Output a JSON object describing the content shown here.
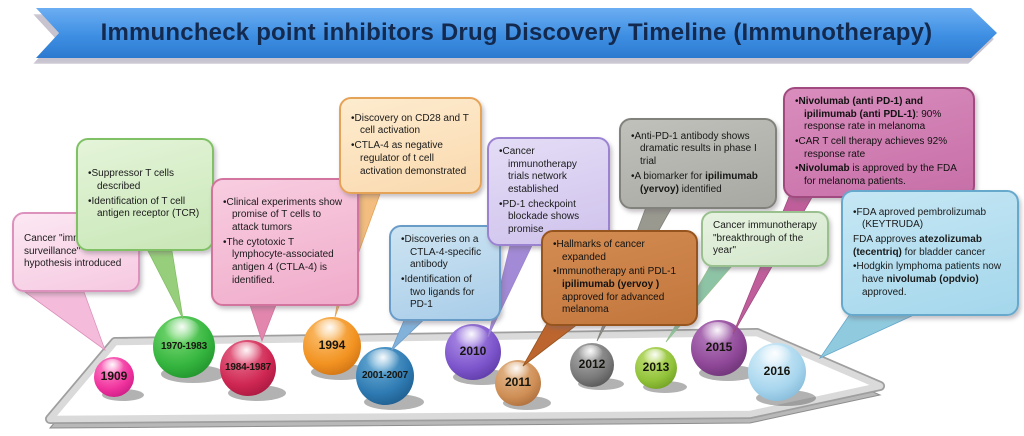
{
  "title": {
    "text": "Immuncheck point inhibitors Drug Discovery Timeline (Immunotherapy)"
  },
  "banner_color": "#3e8fe3",
  "callouts": [
    {
      "label": "1909",
      "fill_top": "#fce8f3",
      "fill": "#f6c9e1",
      "border": "#dd92bd",
      "tail": "#f4bcda",
      "text_color": "#1a1a1a",
      "items": [
        {
          "bullet": false,
          "segments": [
            {
              "t": "Cancer \"immune surveillance\" hypothesis introduced"
            }
          ]
        }
      ]
    },
    {
      "label": "1970-1983",
      "fill_top": "#e4f4d9",
      "fill": "#c9e7b7",
      "border": "#80c166",
      "tail": "#97ce7b",
      "text_color": "#1a1a1a",
      "items": [
        {
          "bullet": true,
          "segments": [
            {
              "t": "Suppressor T cells described"
            }
          ]
        },
        {
          "bullet": true,
          "segments": [
            {
              "t": "Identification of T cell antigen receptor (TCR)"
            }
          ]
        }
      ]
    },
    {
      "label": "1984-1987",
      "fill_top": "#f8cde0",
      "fill": "#f0accb",
      "border": "#d3749f",
      "tail": "#e286ae",
      "text_color": "#1a1a1a",
      "items": [
        {
          "bullet": true,
          "segments": [
            {
              "t": "Clinical experiments show promise of T cells to attack tumors"
            }
          ]
        },
        {
          "bullet": true,
          "segments": [
            {
              "t": "The cytotoxic T lymphocyte-associated antigen 4 (CTLA-4) is identified."
            }
          ]
        }
      ]
    },
    {
      "label": "1994",
      "fill_top": "#fdeccf",
      "fill": "#fad9ae",
      "border": "#e5a358",
      "tail": "#f2bd7e",
      "text_color": "#1a1a1a",
      "items": [
        {
          "bullet": true,
          "segments": [
            {
              "t": "Discovery on CD28 and T cell activation"
            }
          ]
        },
        {
          "bullet": true,
          "segments": [
            {
              "t": "CTLA-4 as negative regulator of t cell activation demonstrated"
            }
          ]
        }
      ]
    },
    {
      "label": "2001-2007",
      "fill_top": "#cde4f2",
      "fill": "#a9cde9",
      "border": "#6a9cc8",
      "tail": "#82b2da",
      "text_color": "#1a1a1a",
      "items": [
        {
          "bullet": true,
          "segments": [
            {
              "t": "Discoveries on a CTLA-4-specific antibody"
            }
          ]
        },
        {
          "bullet": true,
          "segments": [
            {
              "t": "Identification of two ligands for PD-1"
            }
          ]
        }
      ]
    },
    {
      "label": "2010",
      "fill_top": "#e4ddf6",
      "fill": "#cfc2ec",
      "border": "#9b83d1",
      "tail": "#a28ad6",
      "text_color": "#1a1a1a",
      "items": [
        {
          "bullet": true,
          "segments": [
            {
              "t": "Cancer immunotherapy trials network established"
            }
          ]
        },
        {
          "bullet": true,
          "segments": [
            {
              "t": "PD-1 checkpoint blockade shows promise"
            }
          ]
        }
      ]
    },
    {
      "label": "2011",
      "fill_top": "#d38c52",
      "fill": "#c2763c",
      "border": "#96541e",
      "tail": "#bd652e",
      "text_color": "#111111",
      "items": [
        {
          "bullet": true,
          "segments": [
            {
              "t": "Hallmarks of cancer expanded"
            }
          ]
        },
        {
          "bullet": true,
          "segments": [
            {
              "t": "Immunotherapy anti PDL-1 "
            },
            {
              "t": "ipilimumab (yervoy )",
              "b": true
            },
            {
              "t": " approved for advanced melanoma"
            }
          ]
        }
      ]
    },
    {
      "label": "2012",
      "fill_top": "#c1c1bc",
      "fill": "#a8a8a3",
      "border": "#82827c",
      "tail": "#99998f",
      "text_color": "#161616",
      "items": [
        {
          "bullet": true,
          "segments": [
            {
              "t": "Anti-PD-1 antibody shows dramatic results in phase I trial"
            }
          ]
        },
        {
          "bullet": true,
          "segments": [
            {
              "t": "A biomarker for "
            },
            {
              "t": "ipilimumab (yervoy)",
              "b": true
            },
            {
              "t": " identified"
            }
          ]
        }
      ]
    },
    {
      "label": "2013",
      "fill_top": "#e7f2e1",
      "fill": "#d2e7ca",
      "border": "#99c08e",
      "tail": "#8ec4a6",
      "text_color": "#1a1a1a",
      "items": [
        {
          "bullet": false,
          "segments": [
            {
              "t": "Cancer immunotherapy \"breakthrough of the year\""
            }
          ]
        }
      ]
    },
    {
      "label": "2015",
      "fill_top": "#d98dbd",
      "fill": "#c76fa8",
      "border": "#a04a80",
      "tail": "#c05e9b",
      "text_color": "#111111",
      "items": [
        {
          "bullet": true,
          "segments": [
            {
              "t": "Nivolumab (anti PD-1) and ipilimumab (anti PDL-1)",
              "b": true
            },
            {
              "t": ": 90% response rate in melanoma"
            }
          ]
        },
        {
          "bullet": true,
          "segments": [
            {
              "t": "CAR T cell therapy achieves 92% response rate"
            }
          ]
        },
        {
          "bullet": true,
          "segments": [
            {
              "t": "Nivolumab",
              "b": true
            },
            {
              "t": " is approved by the FDA for melanoma patients."
            }
          ]
        }
      ]
    },
    {
      "label": "2016",
      "fill_top": "#c6e7f4",
      "fill": "#a4d7ec",
      "border": "#67a9cc",
      "tail": "#8fcade",
      "text_color": "#1a1a1a",
      "items": [
        {
          "bullet": true,
          "segments": [
            {
              "t": "FDA aproved pembrolizumab (KEYTRUDA)"
            }
          ]
        },
        {
          "bullet": false,
          "segments": [
            {
              "t": "FDA approves "
            },
            {
              "t": "atezolizumab (tecentriq)",
              "b": true
            },
            {
              "t": " for bladder cancer"
            }
          ]
        },
        {
          "bullet": true,
          "segments": [
            {
              "t": "Hodgkin lymphoma patients now have "
            },
            {
              "t": "nivolumab (opdvio)",
              "b": true
            },
            {
              "t": " approved."
            }
          ]
        }
      ]
    }
  ],
  "milestones": [
    {
      "year": "1909",
      "light": "#ff8ccc",
      "main": "#f0339e",
      "dark": "#b50d74"
    },
    {
      "year": "1970-1983",
      "light": "#7fdc78",
      "main": "#35b53f",
      "dark": "#157d20"
    },
    {
      "year": "1984-1987",
      "light": "#ea7795",
      "main": "#cf2753",
      "dark": "#8f0e33"
    },
    {
      "year": "1994",
      "light": "#fbc478",
      "main": "#f29322",
      "dark": "#b95f0a"
    },
    {
      "year": "2001-2007",
      "light": "#6fb1d9",
      "main": "#2e7ab2",
      "dark": "#154a75"
    },
    {
      "year": "2010",
      "light": "#b193e8",
      "main": "#7d55cc",
      "dark": "#4a2b8f"
    },
    {
      "year": "2011",
      "light": "#e6bd93",
      "main": "#cf8f56",
      "dark": "#96592c"
    },
    {
      "year": "2012",
      "light": "#b0b0b0",
      "main": "#7a7a7a",
      "dark": "#3f3f3f"
    },
    {
      "year": "2013",
      "light": "#c3e079",
      "main": "#92c33a",
      "dark": "#5c8a16"
    },
    {
      "year": "2015",
      "light": "#b87fc0",
      "main": "#8f4898",
      "dark": "#57265f"
    },
    {
      "year": "2016",
      "light": "#dff2fb",
      "main": "#a8d6ee",
      "dark": "#6fa9cc"
    }
  ]
}
